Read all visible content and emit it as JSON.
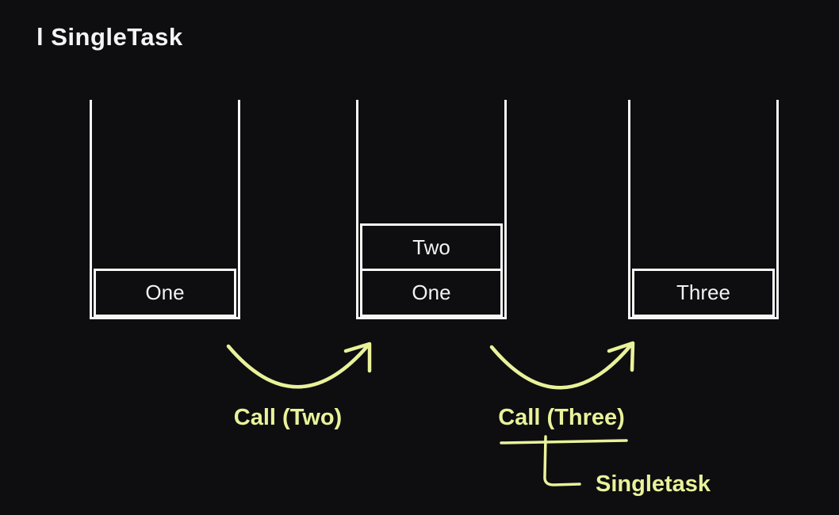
{
  "title": "l SingleTask",
  "colors": {
    "background": "#0e0e10",
    "stack_stroke": "#f7f7f7",
    "accent": "#e9f29a"
  },
  "stacks": [
    {
      "name": "stack-1",
      "cells": [
        "One"
      ]
    },
    {
      "name": "stack-2",
      "cells": [
        "Two",
        "One"
      ]
    },
    {
      "name": "stack-3",
      "cells": [
        "Three"
      ]
    }
  ],
  "arrows": [
    {
      "label": "Call (Two)"
    },
    {
      "label": "Call (Three)"
    }
  ],
  "annotation": {
    "label": "Singletask"
  }
}
